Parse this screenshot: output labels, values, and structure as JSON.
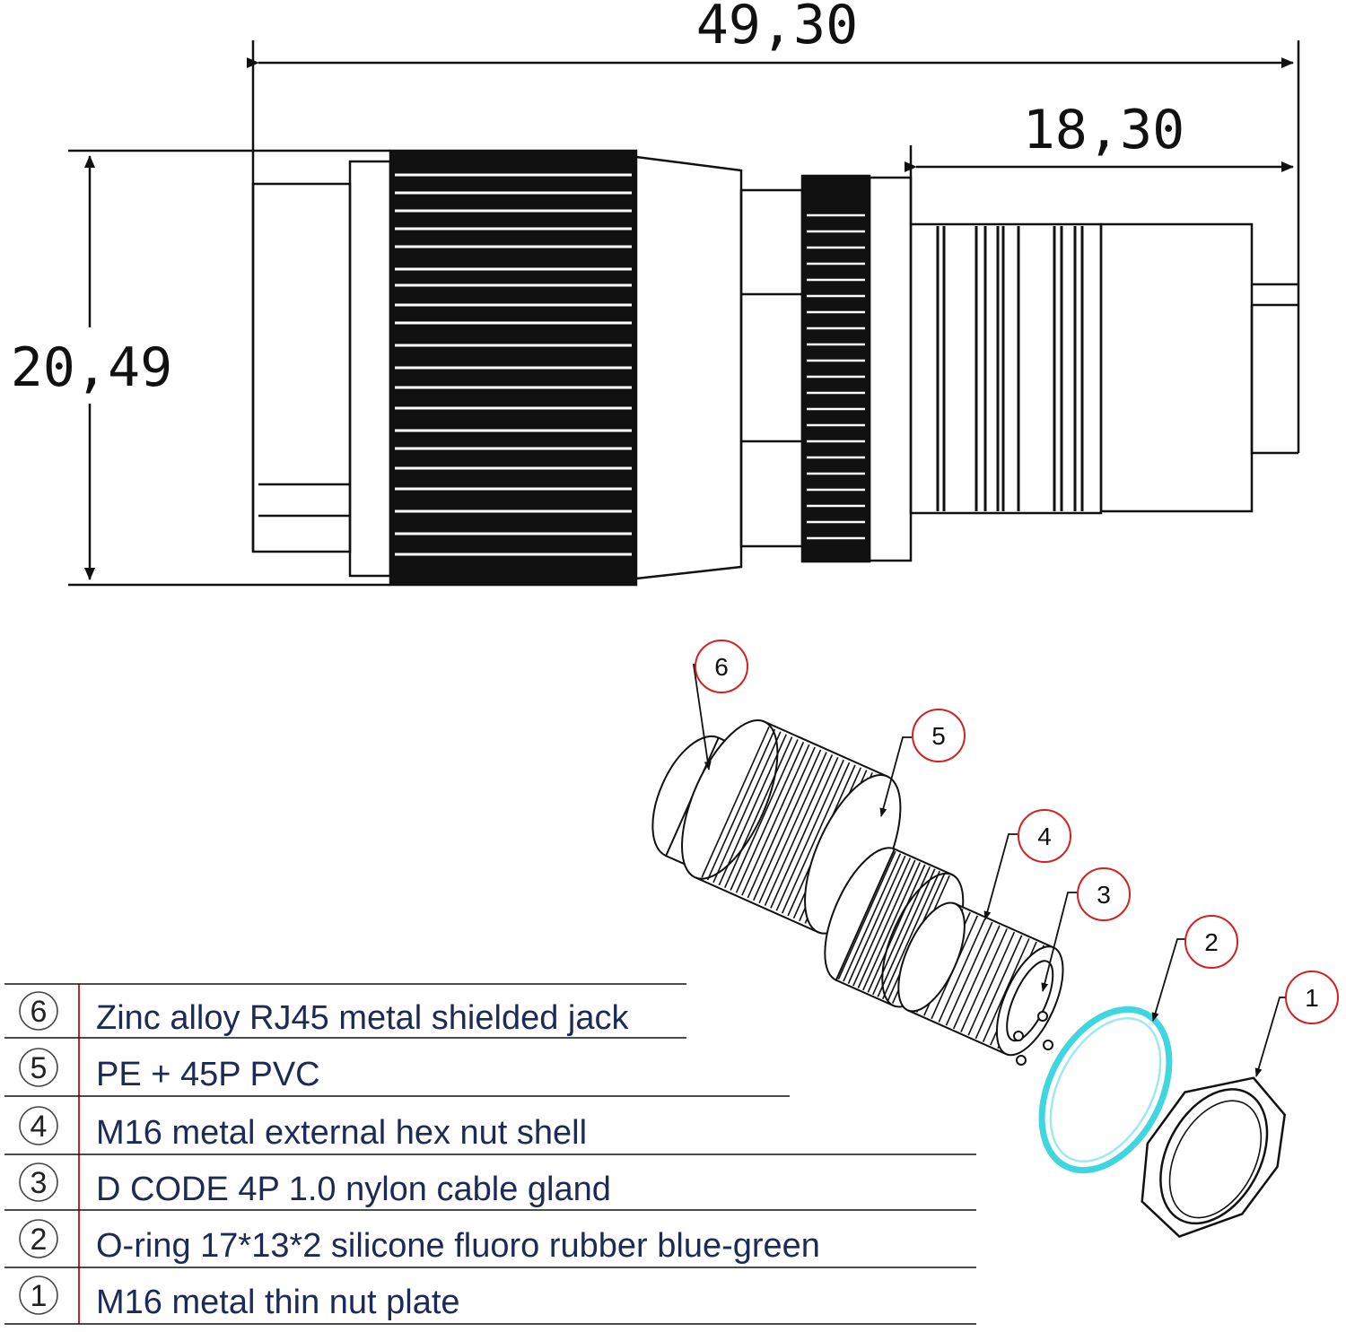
{
  "dimensions": {
    "overall_length": "49,30",
    "thread_length": "18,30",
    "height": "20,49"
  },
  "callouts": [
    "6",
    "5",
    "4",
    "3",
    "2",
    "1"
  ],
  "legend": [
    {
      "num": "6",
      "text": "Zinc alloy RJ45 metal shielded jack"
    },
    {
      "num": "5",
      "text": "PE + 45P PVC"
    },
    {
      "num": "4",
      "text": "M16 metal external hex nut shell"
    },
    {
      "num": "3",
      "text": "D CODE 4P 1.0 nylon cable gland"
    },
    {
      "num": "2",
      "text": "O-ring 17*13*2 silicone fluoro rubber blue-green"
    },
    {
      "num": "1",
      "text": "M16 metal thin nut plate"
    }
  ],
  "colors": {
    "line": "#111111",
    "callout_circle": "#d42020",
    "legend_text": "#1c2a55",
    "legend_divider": "#d42020",
    "o_ring": "#3fd6e0"
  }
}
